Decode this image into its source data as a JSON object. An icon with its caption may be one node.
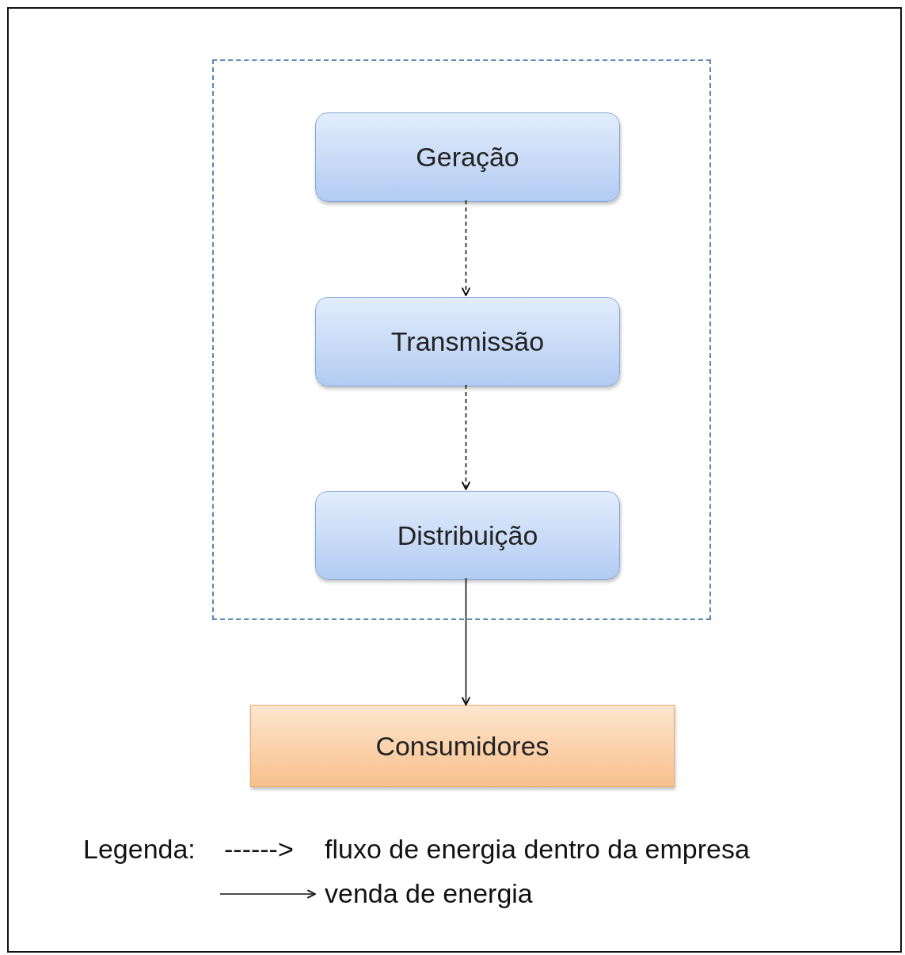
{
  "diagram": {
    "nodes": [
      {
        "text": [],
        "shape": "box"
      },
      {
        "text": [
          "Geração"
        ],
        "in": 0
      },
      {
        "text": [
          "Transmissão"
        ],
        "in": 0
      },
      {
        "text": [
          "Distribuição"
        ],
        "in": 0
      },
      {
        "text": [
          "Consumidores"
        ]
      }
    ],
    "edges": [
      {
        "from": 1,
        "to": 2,
        "arrow": "to",
        "style": "dashed"
      },
      {
        "from": 2,
        "to": 3,
        "arrow": "to",
        "style": "dashed"
      },
      {
        "from": 3,
        "to": 4,
        "arrow": "to"
      }
    ],
    "labels": [
      "Legenda:",
      "------>"
    ],
    "legend": [
      {
        "text": "fluxo de energia dentro da empresa"
      },
      {
        "text": "venda de energia"
      }
    ]
  }
}
